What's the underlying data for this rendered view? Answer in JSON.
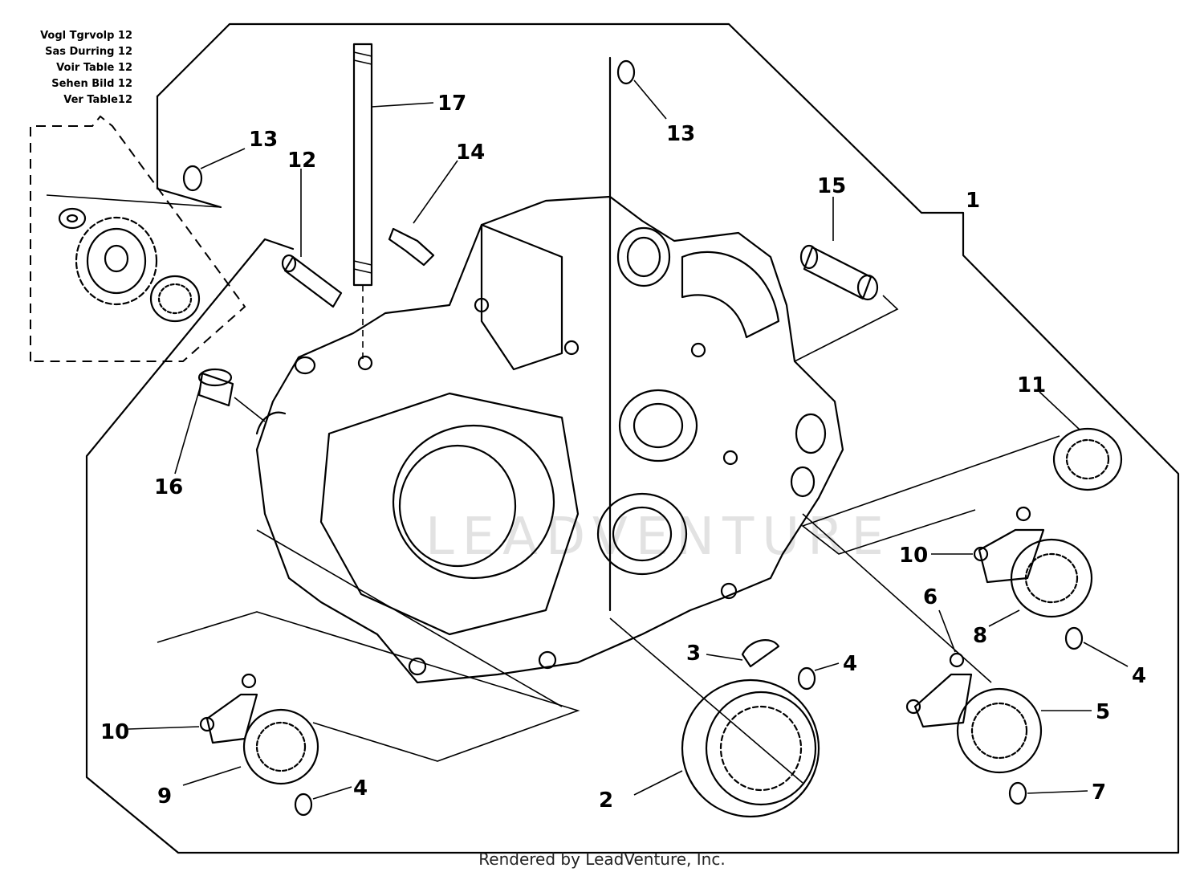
{
  "kit_notes": [
    "Vogl Tgrvolp 12",
    "Sas Durring 12",
    "Voir Table 12",
    "Sehen Bild 12",
    "Ver Table12"
  ],
  "watermark": "LEADVENTURE",
  "footer": "Rendered by LeadVenture, Inc.",
  "callouts": {
    "c1": "1",
    "c2": "2",
    "c3": "3",
    "c4a": "4",
    "c4b": "4",
    "c4c": "4",
    "c5": "5",
    "c6": "6",
    "c7": "7",
    "c8": "8",
    "c9": "9",
    "c10a": "10",
    "c10b": "10",
    "c11": "11",
    "c12": "12",
    "c13a": "13",
    "c13b": "13",
    "c14": "14",
    "c15": "15",
    "c16": "16",
    "c17": "17"
  }
}
